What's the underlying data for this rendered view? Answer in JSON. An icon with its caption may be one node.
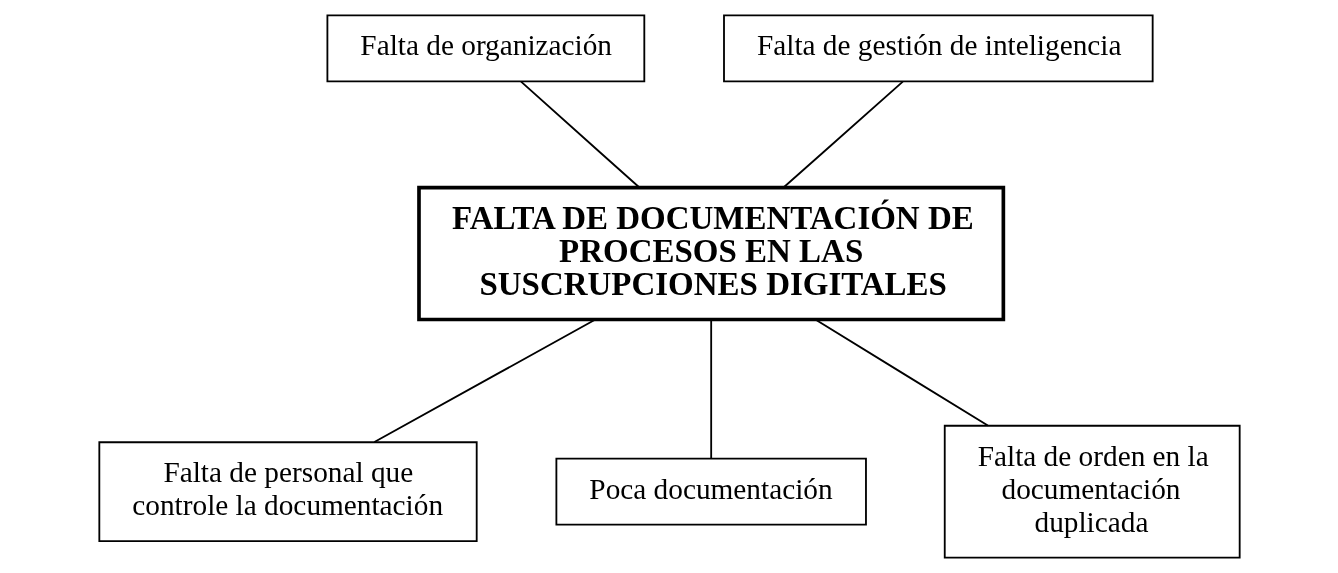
{
  "diagram": {
    "nodes": [
      {
        "text": [
          "Falta de organización"
        ]
      },
      {
        "text": [
          "Falta de gestión de inteligencia"
        ]
      },
      {
        "text": [
          "FALTA DE DOCUMENTACIÓN DE PROCESOS EN LAS SUSCRUPCIONES DIGITALES"
        ]
      },
      {
        "text": [
          "Falta de personal que controle la documentación"
        ]
      },
      {
        "text": [
          "Poca documentación"
        ]
      },
      {
        "text": [
          "Falta de orden en la documentación duplicada"
        ]
      }
    ],
    "edges": [
      {
        "from": 0,
        "to": 2,
        "arrow": "none"
      },
      {
        "from": 1,
        "to": 2,
        "arrow": "none"
      },
      {
        "from": 2,
        "to": 3,
        "arrow": "none"
      },
      {
        "from": 2,
        "to": 4,
        "arrow": "none"
      },
      {
        "from": 2,
        "to": 5,
        "arrow": "none"
      }
    ]
  }
}
